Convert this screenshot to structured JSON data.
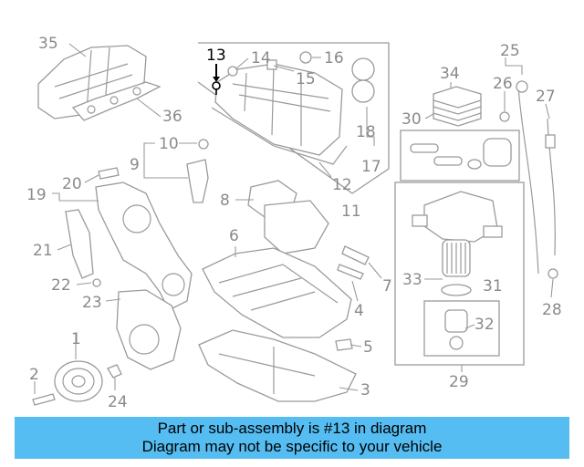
{
  "diagram": {
    "highlighted_callout": "13",
    "callouts": [
      {
        "id": "c1",
        "text": "1"
      },
      {
        "id": "c2",
        "text": "2"
      },
      {
        "id": "c3",
        "text": "3"
      },
      {
        "id": "c4",
        "text": "4"
      },
      {
        "id": "c5",
        "text": "5"
      },
      {
        "id": "c6",
        "text": "6"
      },
      {
        "id": "c7",
        "text": "7"
      },
      {
        "id": "c8",
        "text": "8"
      },
      {
        "id": "c9",
        "text": "9"
      },
      {
        "id": "c10",
        "text": "10"
      },
      {
        "id": "c11",
        "text": "11"
      },
      {
        "id": "c12",
        "text": "12"
      },
      {
        "id": "c13",
        "text": "13"
      },
      {
        "id": "c14",
        "text": "14"
      },
      {
        "id": "c15",
        "text": "15"
      },
      {
        "id": "c16",
        "text": "16"
      },
      {
        "id": "c17",
        "text": "17"
      },
      {
        "id": "c18",
        "text": "18"
      },
      {
        "id": "c19",
        "text": "19"
      },
      {
        "id": "c20",
        "text": "20"
      },
      {
        "id": "c21",
        "text": "21"
      },
      {
        "id": "c22",
        "text": "22"
      },
      {
        "id": "c23",
        "text": "23"
      },
      {
        "id": "c24",
        "text": "24"
      },
      {
        "id": "c25",
        "text": "25"
      },
      {
        "id": "c26",
        "text": "26"
      },
      {
        "id": "c27",
        "text": "27"
      },
      {
        "id": "c28",
        "text": "28"
      },
      {
        "id": "c29",
        "text": "29"
      },
      {
        "id": "c30",
        "text": "30"
      },
      {
        "id": "c31",
        "text": "31"
      },
      {
        "id": "c32",
        "text": "32"
      },
      {
        "id": "c33",
        "text": "33"
      },
      {
        "id": "c34",
        "text": "34"
      },
      {
        "id": "c35",
        "text": "35"
      },
      {
        "id": "c36",
        "text": "36"
      }
    ]
  },
  "banner": {
    "line1": "Part or sub-assembly is #13 in diagram",
    "line2": "Diagram may not be specific to your vehicle",
    "background": "#55bdf2"
  },
  "colors": {
    "line_art": "#9a9a9a",
    "highlight": "#000000"
  }
}
